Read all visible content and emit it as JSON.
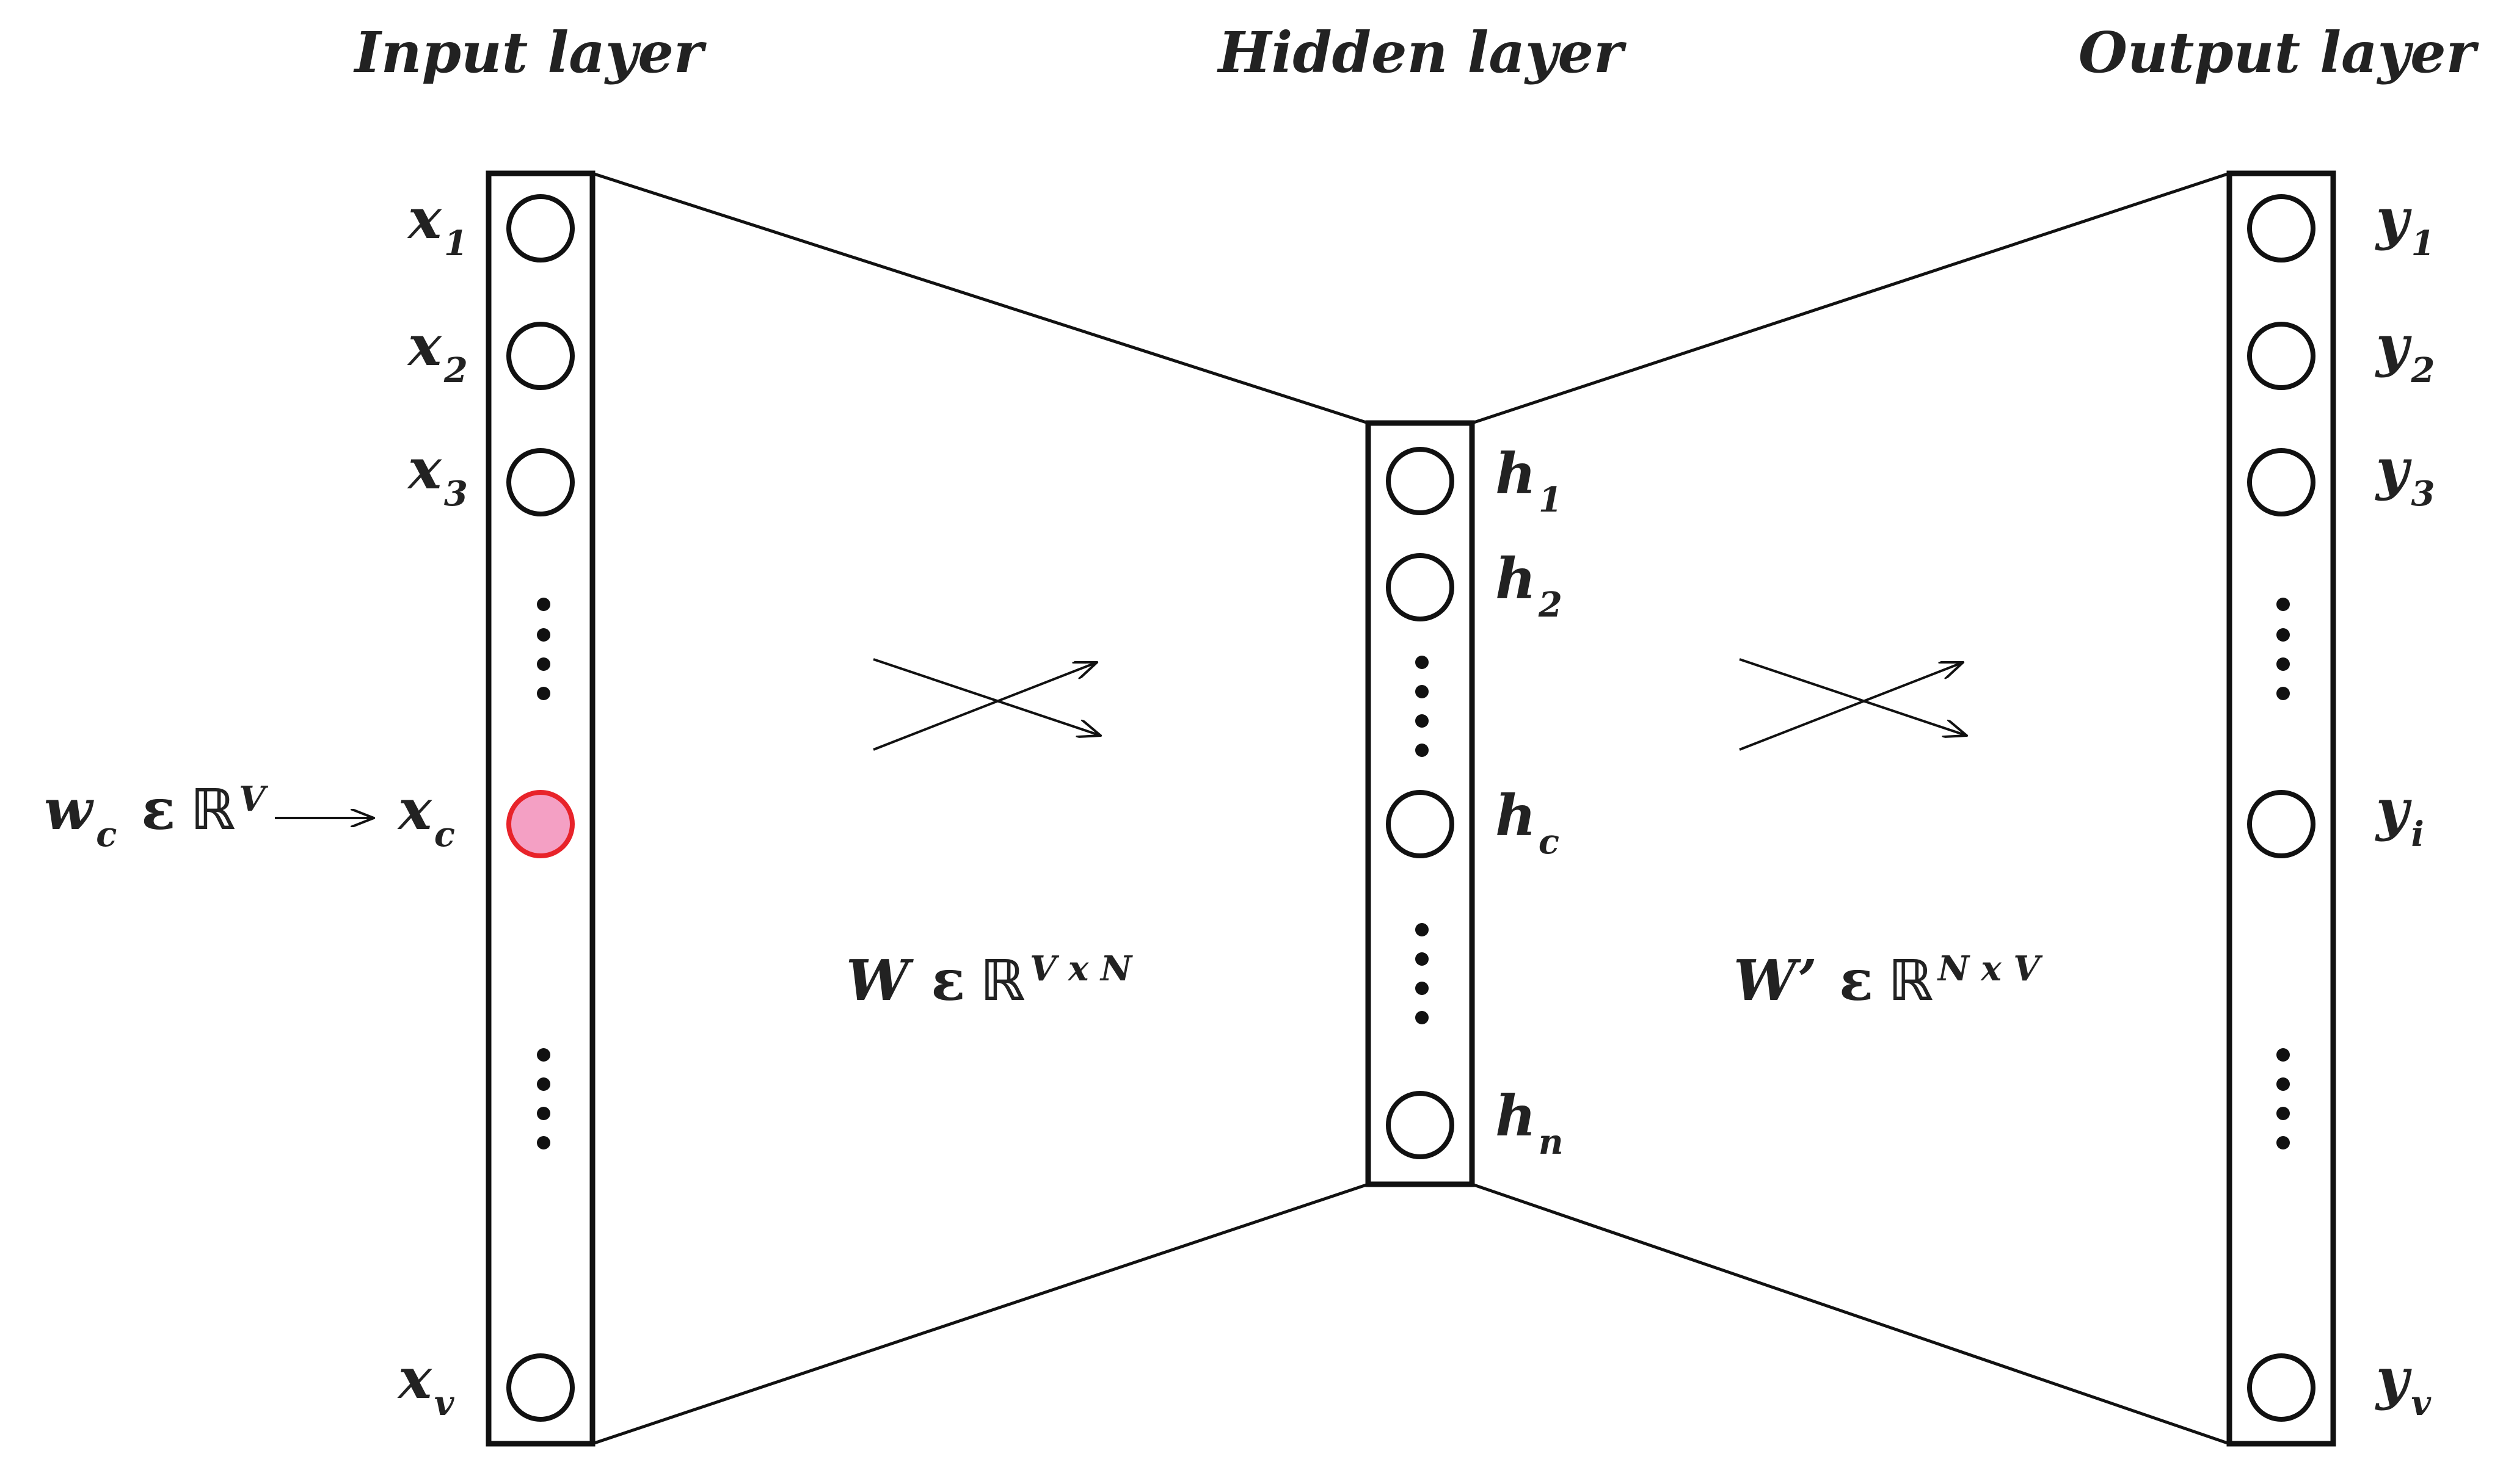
{
  "titles": {
    "input": "Input layer",
    "hidden": "Hidden layer",
    "output": "Output layer"
  },
  "input_nodes": [
    {
      "letter": "x",
      "sub": "1"
    },
    {
      "letter": "x",
      "sub": "2"
    },
    {
      "letter": "x",
      "sub": "3"
    },
    {
      "letter": "x",
      "sub": "c",
      "highlighted": true
    },
    {
      "letter": "x",
      "sub": "v"
    }
  ],
  "hidden_nodes": [
    {
      "letter": "h",
      "sub": "1"
    },
    {
      "letter": "h",
      "sub": "2"
    },
    {
      "letter": "h",
      "sub": "c"
    },
    {
      "letter": "h",
      "sub": "n"
    }
  ],
  "output_nodes": [
    {
      "letter": "y",
      "sub": "1"
    },
    {
      "letter": "y",
      "sub": "2"
    },
    {
      "letter": "y",
      "sub": "3"
    },
    {
      "letter": "y",
      "sub": "i"
    },
    {
      "letter": "y",
      "sub": "v"
    }
  ],
  "input_word": {
    "letter": "w",
    "sub": "c",
    "epsilon": "ε",
    "reals": "ℝ",
    "sup": "V"
  },
  "weights": {
    "W": {
      "name": "W",
      "epsilon": "ε",
      "reals": "ℝ",
      "sup": "V x N"
    },
    "W_prime": {
      "name": "W’",
      "epsilon": "ε",
      "reals": "ℝ",
      "sup": "N x V"
    }
  },
  "colors": {
    "stroke": "#111111",
    "highlight_fill": "#f4a0c4",
    "highlight_stroke": "#e8232a",
    "text": "#222222"
  }
}
